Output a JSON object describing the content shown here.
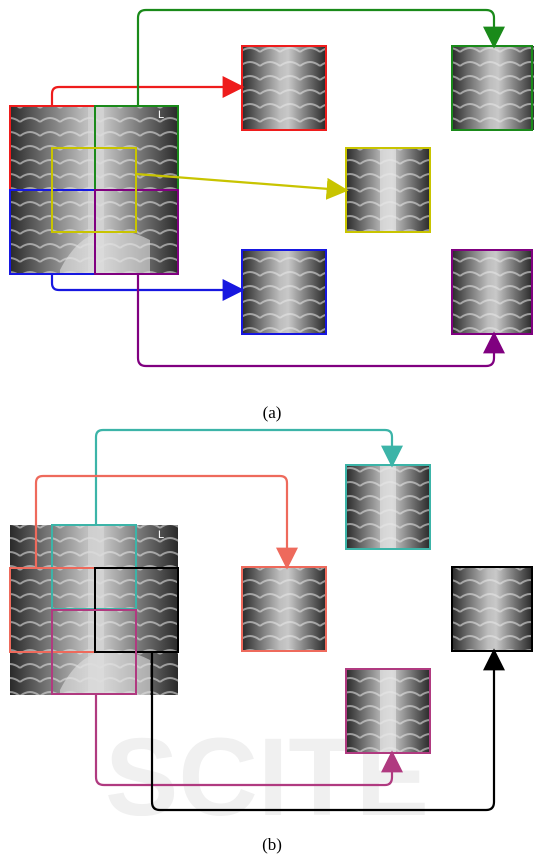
{
  "captions": {
    "a": "(a)",
    "b": "(b)"
  },
  "colors": {
    "red": "#ee1c1c",
    "green": "#1a8a1a",
    "yellow": "#c8c400",
    "blue": "#1717e0",
    "purple": "#800080",
    "teal": "#3cb4a8",
    "salmon": "#ee6a5c",
    "black": "#000000",
    "magenta": "#b03a80"
  },
  "panel_a": {
    "crops": [
      {
        "color": "red",
        "region": "upper-left"
      },
      {
        "color": "green",
        "region": "upper-right"
      },
      {
        "color": "yellow",
        "region": "center"
      },
      {
        "color": "blue",
        "region": "lower-left"
      },
      {
        "color": "purple",
        "region": "lower-right"
      }
    ]
  },
  "panel_b": {
    "crops": [
      {
        "color": "teal",
        "region": "upper-center"
      },
      {
        "color": "salmon",
        "region": "middle-left"
      },
      {
        "color": "black",
        "region": "middle-right"
      },
      {
        "color": "magenta",
        "region": "lower-center"
      }
    ]
  }
}
